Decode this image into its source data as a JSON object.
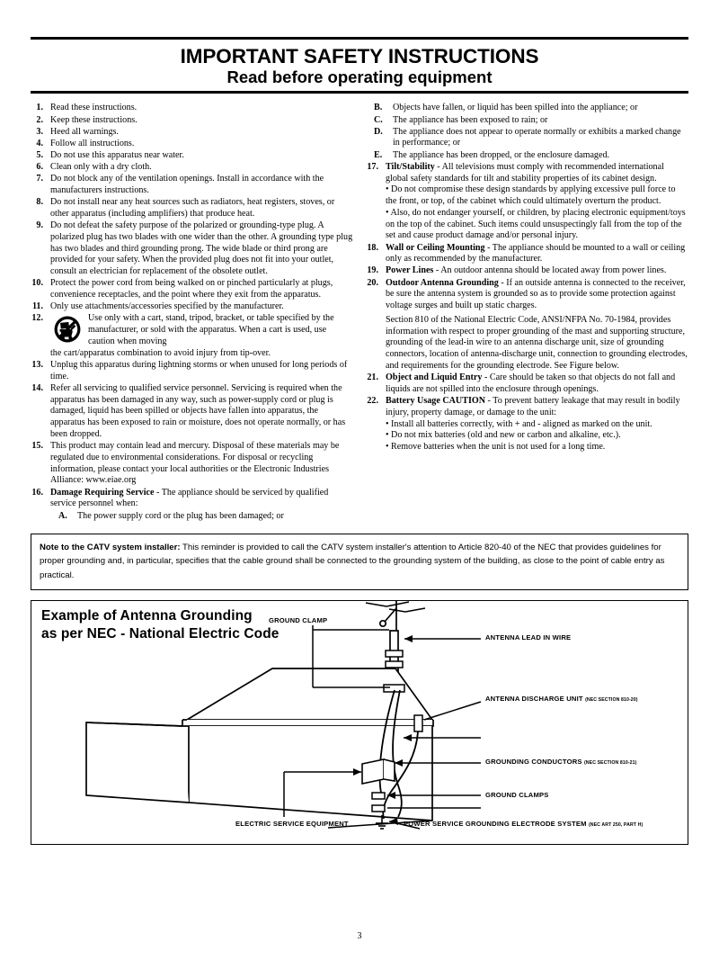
{
  "header": {
    "title": "IMPORTANT SAFETY INSTRUCTIONS",
    "subtitle": "Read before operating equipment"
  },
  "left_column": [
    {
      "num": "1.",
      "text": "Read these instructions."
    },
    {
      "num": "2.",
      "text": "Keep these instructions."
    },
    {
      "num": "3.",
      "text": "Heed all warnings."
    },
    {
      "num": "4.",
      "text": "Follow all instructions."
    },
    {
      "num": "5.",
      "text": "Do not use this apparatus near water."
    },
    {
      "num": "6.",
      "text": "Clean only with a dry cloth."
    },
    {
      "num": "7.",
      "text": "Do not block any of the ventilation openings. Install in accordance with the manufacturers instructions."
    },
    {
      "num": "8.",
      "text": "Do not install near any heat sources such as radiators, heat registers, stoves, or other apparatus (including amplifiers) that produce heat."
    },
    {
      "num": "9.",
      "text": "Do not defeat the safety purpose of the polarized or grounding-type plug. A polarized plug has two blades with one wider than the other. A grounding type plug has two blades and third grounding prong. The wide blade or third prong are provided for your safety. When the provided plug does not fit into your outlet, consult an electrician for replacement of the obsolete outlet."
    },
    {
      "num": "10.",
      "text": "Protect the power cord from being walked on or pinched particularly at plugs, convenience receptacles, and the point where they exit from the apparatus."
    },
    {
      "num": "11.",
      "text": "Only use attachments/accessories specified by the manufacturer."
    },
    {
      "num": "12.",
      "icon": "cart-tip-over-warning-icon",
      "text_beside_icon": "Use only with a cart, stand, tripod, bracket, or table specified by the manufacturer, or sold with the apparatus. When a cart is used, use caution when moving",
      "text_below_icon": "the cart/apparatus combination to avoid injury from tip-over."
    },
    {
      "num": "13.",
      "text": "Unplug this apparatus during lightning storms or when unused for long periods of time."
    },
    {
      "num": "14.",
      "text": "Refer all servicing to qualified service personnel. Servicing is required when the apparatus has been damaged in any way, such as power-supply cord or plug is damaged, liquid has been spilled or objects have fallen into apparatus, the apparatus has been exposed to rain or moisture, does not operate normally, or has been dropped."
    },
    {
      "num": "15.",
      "text": "This product may contain lead and mercury. Disposal of these materials may be regulated due to environmental considerations. For disposal or recycling information, please contact your local authorities or the Electronic Industries Alliance: www.eiae.org"
    },
    {
      "num": "16.",
      "bold_lead": "Damage Requiring Service",
      "text": " - The appliance should be serviced by qualified service personnel when:",
      "sub": [
        {
          "num": "A.",
          "text": "The power supply cord or the plug has been damaged; or"
        }
      ]
    }
  ],
  "right_column": [
    {
      "num": "B.",
      "letter": true,
      "text": "Objects have fallen, or liquid has been spilled into the appliance; or"
    },
    {
      "num": "C.",
      "letter": true,
      "text": "The appliance has been exposed to rain; or"
    },
    {
      "num": "D.",
      "letter": true,
      "text": "The appliance does not appear to operate normally or exhibits a marked change in performance; or"
    },
    {
      "num": "E.",
      "letter": true,
      "text": "The appliance has been dropped, or the enclosure damaged."
    },
    {
      "num": "17.",
      "bold_lead": "Tilt/Stability",
      "text": " - All televisions must comply with recommended international global safety standards for tilt and stability properties of its cabinet design.",
      "bullets": [
        "• Do not compromise these design standards by applying excessive pull force to the front, or top, of the cabinet which could ultimately overturn the product.",
        "• Also, do not endanger yourself, or children, by placing electronic equipment/toys on the top of the cabinet. Such items could unsuspectingly fall from the top of the set and cause product damage and/or personal injury."
      ]
    },
    {
      "num": "18.",
      "bold_lead": "Wall or Ceiling Mounting",
      "text": " - The appliance should be mounted to a wall or ceiling only as recommended by the manufacturer."
    },
    {
      "num": "19.",
      "bold_lead": "Power Lines",
      "text": " - An outdoor antenna should be located away from power lines."
    },
    {
      "num": "20.",
      "bold_lead": "Outdoor Antenna Grounding",
      "text": " - If an outside antenna is connected to the receiver, be sure the antenna system is grounded so as to provide some protection against voltage surges and built up static charges.",
      "paragraphs": [
        "Section 810 of the National Electric Code, ANSI/NFPA No. 70-1984, provides information with respect to proper grounding of the mast and supporting structure, grounding of the lead-in wire to an antenna discharge unit, size of grounding connectors, location of antenna-discharge unit, connection to grounding electrodes, and requirements for the grounding electrode. See Figure below."
      ]
    },
    {
      "num": "21.",
      "bold_lead": "Object and Liquid Entry",
      "text": " - Care should be taken so that objects do not fall and liquids are not spilled into the enclosure through openings."
    },
    {
      "num": "22.",
      "bold_lead": "Battery Usage CAUTION",
      "text": " - To prevent battery leakage that may result in bodily injury, property damage, or damage to the unit:",
      "bullets": [
        "• Install all batteries correctly, with + and - aligned as marked on  the unit.",
        "• Do not mix batteries (old and new or carbon and alkaline, etc.).",
        "• Remove batteries when the unit is not used for a long time."
      ]
    }
  ],
  "catv_note": {
    "bold_lead": "Note to the CATV system installer:",
    "text": " This reminder is provided to call the CATV system installer's attention to Article 820-40 of the NEC that provides guidelines for proper grounding and, in particular, specifies that the cable ground shall be connected to the grounding system of the building, as close to the point of cable entry as practical."
  },
  "diagram": {
    "title_line1": "Example of Antenna Grounding",
    "title_line2": "as per NEC - National Electric Code",
    "labels": {
      "ground_clamp": "GROUND CLAMP",
      "antenna_lead_in_wire": "ANTENNA LEAD IN WIRE",
      "antenna_discharge_unit": "ANTENNA DISCHARGE UNIT",
      "antenna_discharge_unit_ref": "(NEC SECTION 810-20)",
      "grounding_conductors": "GROUNDING CONDUCTORS",
      "grounding_conductors_ref": "(NEC SECTION 810-21)",
      "ground_clamps": "GROUND CLAMPS",
      "electric_service_equipment": "ELECTRIC SERVICE EQUIPMENT",
      "power_service_grounding": "POWER SERVICE GROUNDING ELECTRODE SYSTEM",
      "power_service_grounding_ref": "(NEC ART 250, PART H)"
    }
  },
  "footer": {
    "page_number": "3"
  }
}
